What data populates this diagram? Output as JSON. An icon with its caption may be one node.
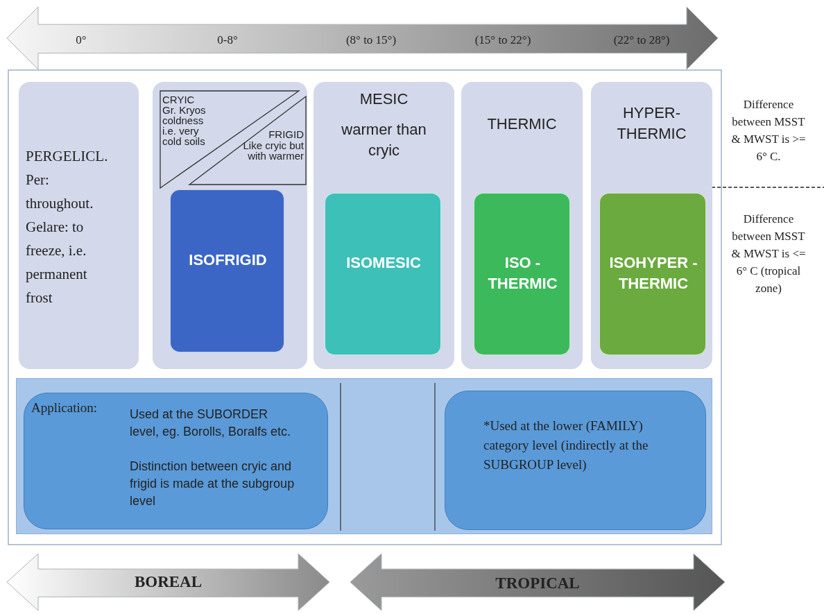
{
  "diagram": {
    "nodes": [
      {
        "text": [
          "0°",
          "0-8°",
          "(8° to 15°)",
          "(15° to 22°)",
          "(22° to 28°)"
        ]
      },
      {
        "text": [
          "PERGELICL. Per: throughout. Gelare: to freeze, i.e. permanent frost"
        ]
      },
      {
        "text": [],
        "shape": "box"
      },
      {
        "text": [
          "CRYIC",
          "Gr. Kryos coldness i.e. very cold soils"
        ],
        "in": 2
      },
      {
        "text": [
          "FRIGID",
          "Like cryic but with warmer"
        ],
        "in": 2
      },
      {
        "text": [
          "ISOFRIGID"
        ],
        "in": 2
      },
      {
        "text": [
          "MESIC",
          "warmer than cryic"
        ]
      },
      {
        "text": [
          "ISOMESIC"
        ],
        "in": 6
      },
      {
        "text": [
          "THERMIC"
        ]
      },
      {
        "text": [
          "ISO - THERMIC"
        ],
        "in": 8
      },
      {
        "text": [
          "HYPER- THERMIC"
        ]
      },
      {
        "text": [
          "ISOHYPER - THERMIC"
        ],
        "in": 10
      },
      {
        "text": [],
        "shape": "box"
      },
      {
        "text": [
          "Application:",
          "Used at the SUBORDER level, eg. Borolls, Boralfs etc.",
          "Distinction between cryic and frigid is made at the subgroup level"
        ],
        "in": 12
      },
      {
        "text": [
          "*Used at the lower (FAMILY) category level (indirectly at the SUBGROUP level)"
        ],
        "in": 12
      },
      {
        "text": [
          "BOREAL"
        ]
      },
      {
        "text": [
          "TROPICAL"
        ]
      }
    ],
    "labels": [
      "Difference between MSST & MWST is >= 6° C.",
      "Difference between MSST & MWST is <= 6° C (tropical zone)"
    ]
  }
}
